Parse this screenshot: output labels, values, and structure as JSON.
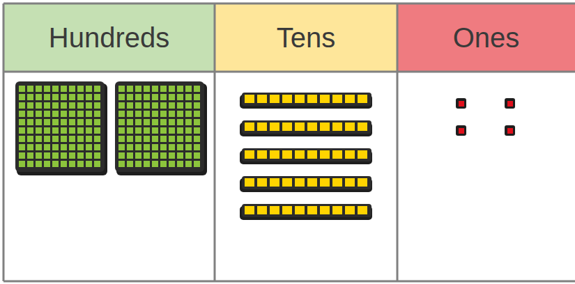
{
  "diagram": {
    "nodes": [
      {
        "text": [
          "Hundreds"
        ]
      },
      {
        "text": [
          "Tens"
        ]
      },
      {
        "text": [
          "Ones"
        ]
      }
    ]
  }
}
